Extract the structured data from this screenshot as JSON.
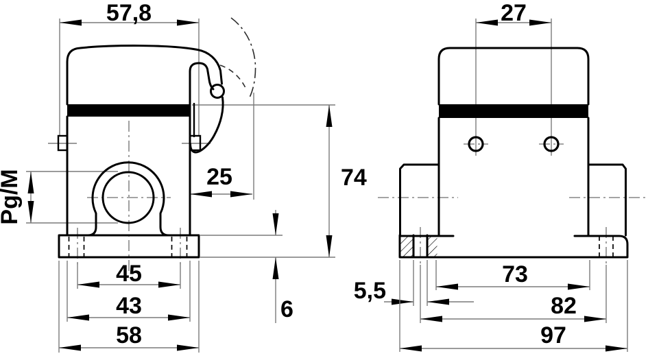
{
  "drawing": {
    "title": "connector-housing-dimension-drawing",
    "background_color": "#ffffff",
    "object_line_color": "#000000",
    "dimension_line_color": "#7a7a7a",
    "views": {
      "side_view": {
        "dims": {
          "cover_width": "57,8",
          "cable_entry_thread": "Pg/M",
          "lever_clearance": "25",
          "height": "74",
          "slot_center_spacing": "45",
          "body_width": "43",
          "flange_width": "58",
          "foot_height": "6"
        }
      },
      "front_view": {
        "dims": {
          "hole_spacing": "27",
          "slot_width": "5,5",
          "body_base_width": "73",
          "slot_span": "82",
          "flange_width": "97"
        }
      }
    }
  }
}
